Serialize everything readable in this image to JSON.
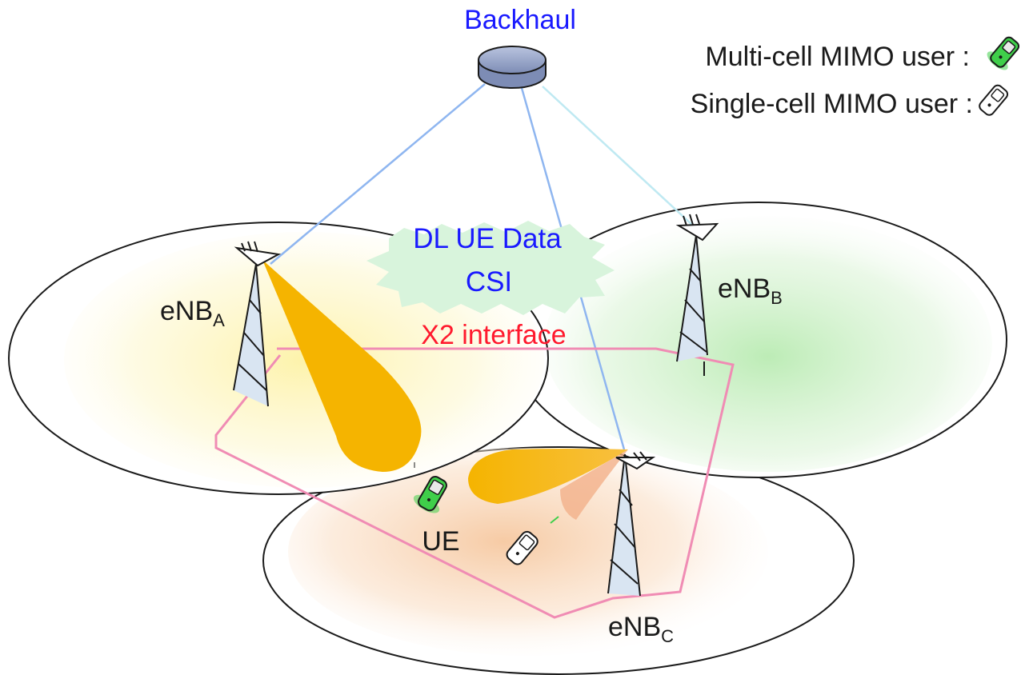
{
  "backhaul": {
    "label": "Backhaul"
  },
  "legend": {
    "multi_cell_label": "Multi-cell MIMO user :",
    "single_cell_label": "Single-cell MIMO user :"
  },
  "cloud": {
    "line1": "DL UE Data",
    "line2": "CSI"
  },
  "x2": {
    "label": "X2 interface"
  },
  "enb_a": {
    "base": "eNB",
    "sub": "A"
  },
  "enb_b": {
    "base": "eNB",
    "sub": "B"
  },
  "enb_c": {
    "base": "eNB",
    "sub": "C"
  },
  "ue": {
    "label": "UE"
  },
  "colors": {
    "backhaul_text": "#1a1aff",
    "cloud_text": "#1a1aff",
    "x2_text": "#ff1a2e",
    "x2_link": "#f08cb4",
    "backhaul_link": "#8fb6f0",
    "beam": "#f5b400",
    "cell_a_tint": "#fdf2a6",
    "cell_b_tint": "#b9ebb2",
    "cell_c_tint": "#f6c8a0",
    "cloud_fill": "#d8f4dc",
    "phone_multi": "#3fcf4a"
  }
}
